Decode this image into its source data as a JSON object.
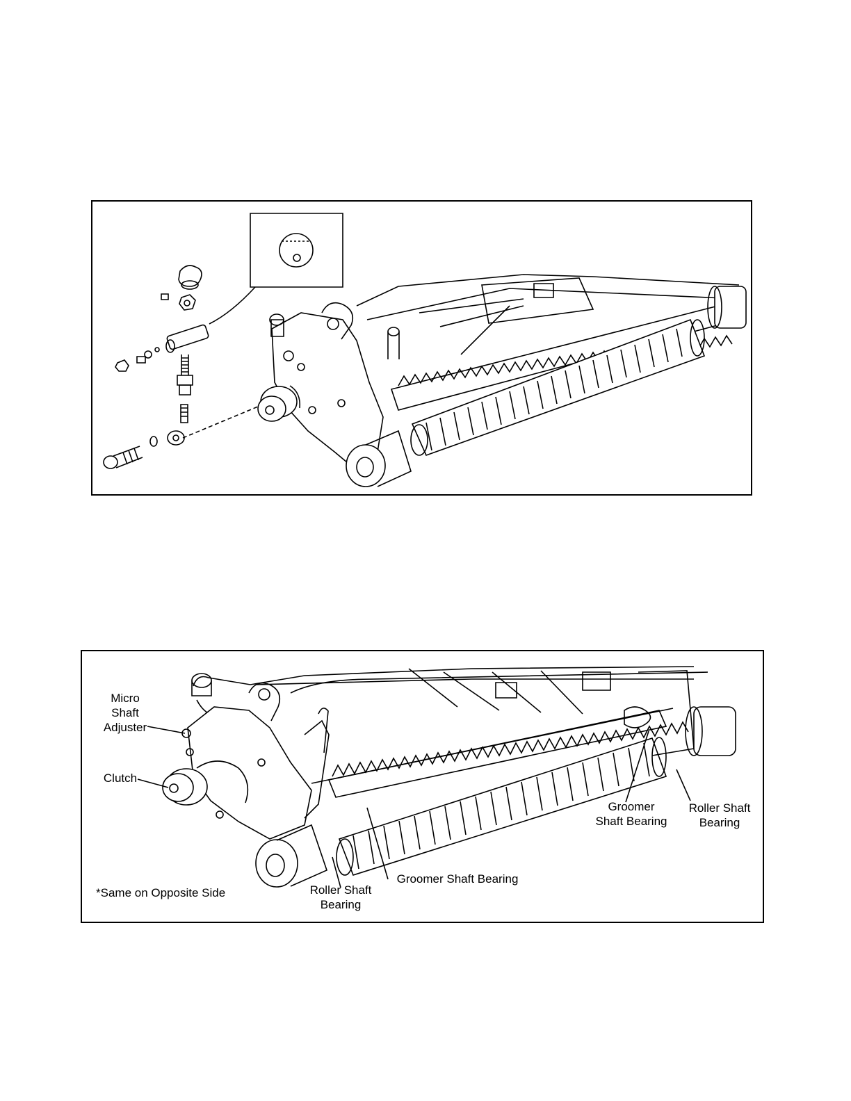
{
  "figure2": {
    "labels": {
      "micro_shaft_adjuster": "Micro\nShaft\nAdjuster",
      "clutch": "Clutch",
      "groomer_shaft_bearing_right": "Groomer\nShaft Bearing",
      "roller_shaft_bearing_right": "Roller Shaft\nBearing",
      "groomer_shaft_bearing_center": "Groomer Shaft Bearing",
      "roller_shaft_bearing_left": "Roller Shaft\nBearing"
    },
    "note": "*Same on Opposite Side"
  }
}
